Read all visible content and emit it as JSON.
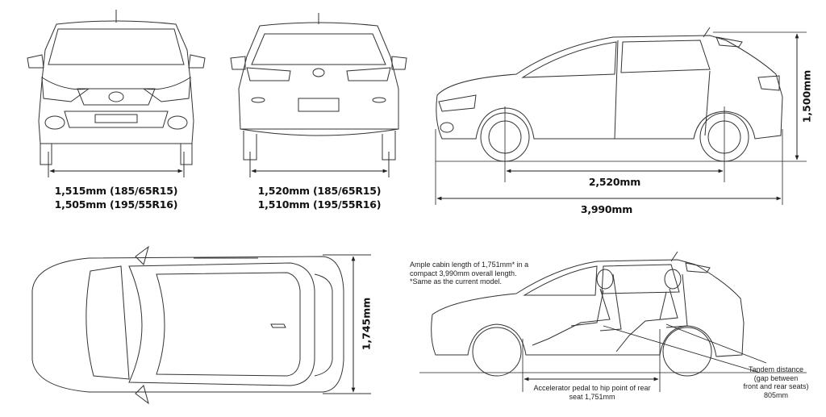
{
  "front_view": {
    "track_line1": "1,515mm (185/65R15)",
    "track_line2": "1,505mm (195/55R16)"
  },
  "rear_view": {
    "track_line1": "1,520mm (185/65R15)",
    "track_line2": "1,510mm (195/55R16)"
  },
  "side_view": {
    "wheelbase": "2,520mm",
    "overall_length": "3,990mm",
    "height": "1,500mm"
  },
  "top_view": {
    "width": "1,745mm"
  },
  "cabin_view": {
    "note_line1": "Ample cabin length of 1,751mm* in a",
    "note_line2": "compact 3,990mm overall length.",
    "note_line3": "*Same as the current model.",
    "pedal_line1": "Accelerator pedal to hip point of rear",
    "pedal_line2": "seat 1,751mm",
    "tandem_line1": "Tandem distance",
    "tandem_line2": "(gap between",
    "tandem_line3": "front and rear seats)",
    "tandem_line4": "805mm"
  }
}
